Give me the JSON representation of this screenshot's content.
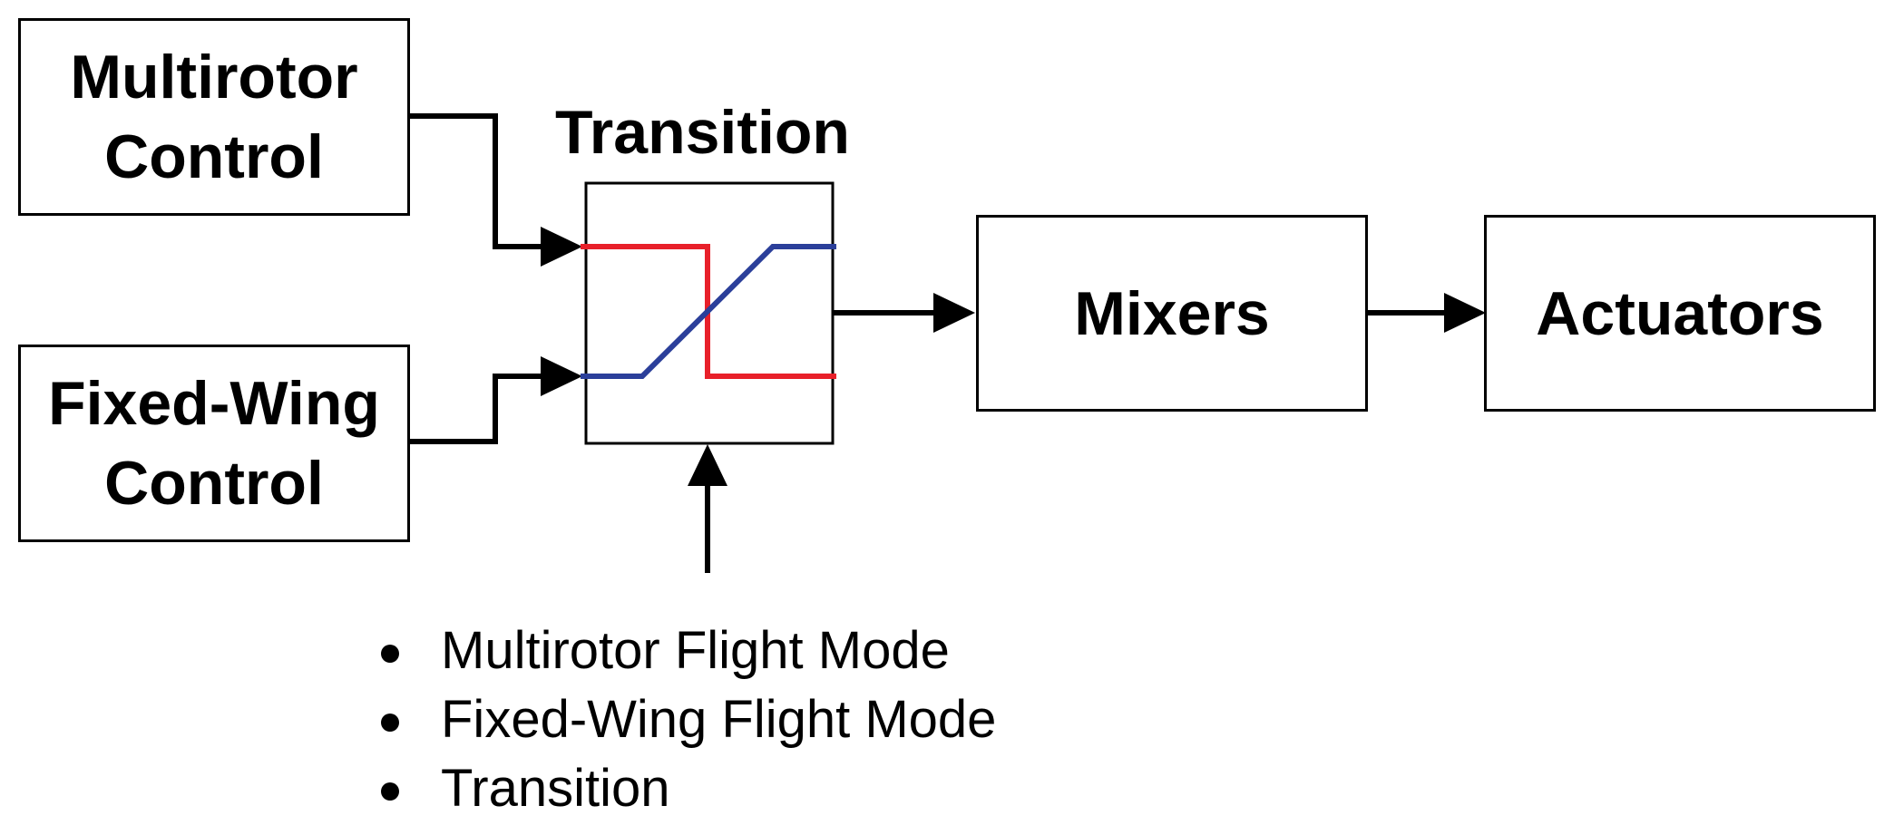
{
  "blocks": {
    "multirotor_control": {
      "line1": "Multirotor",
      "line2": "Control"
    },
    "fixed_wing_control": {
      "line1": "Fixed-Wing",
      "line2": "Control"
    },
    "mixers": {
      "label": "Mixers"
    },
    "actuators": {
      "label": "Actuators"
    }
  },
  "transition": {
    "title": "Transition"
  },
  "mode_inputs": [
    "Multirotor Flight Mode",
    "Fixed-Wing Flight Mode",
    "Transition"
  ],
  "colors": {
    "multirotor_curve": "#e8202a",
    "fixed_wing_curve": "#2b3f9a",
    "stroke": "#000000"
  }
}
